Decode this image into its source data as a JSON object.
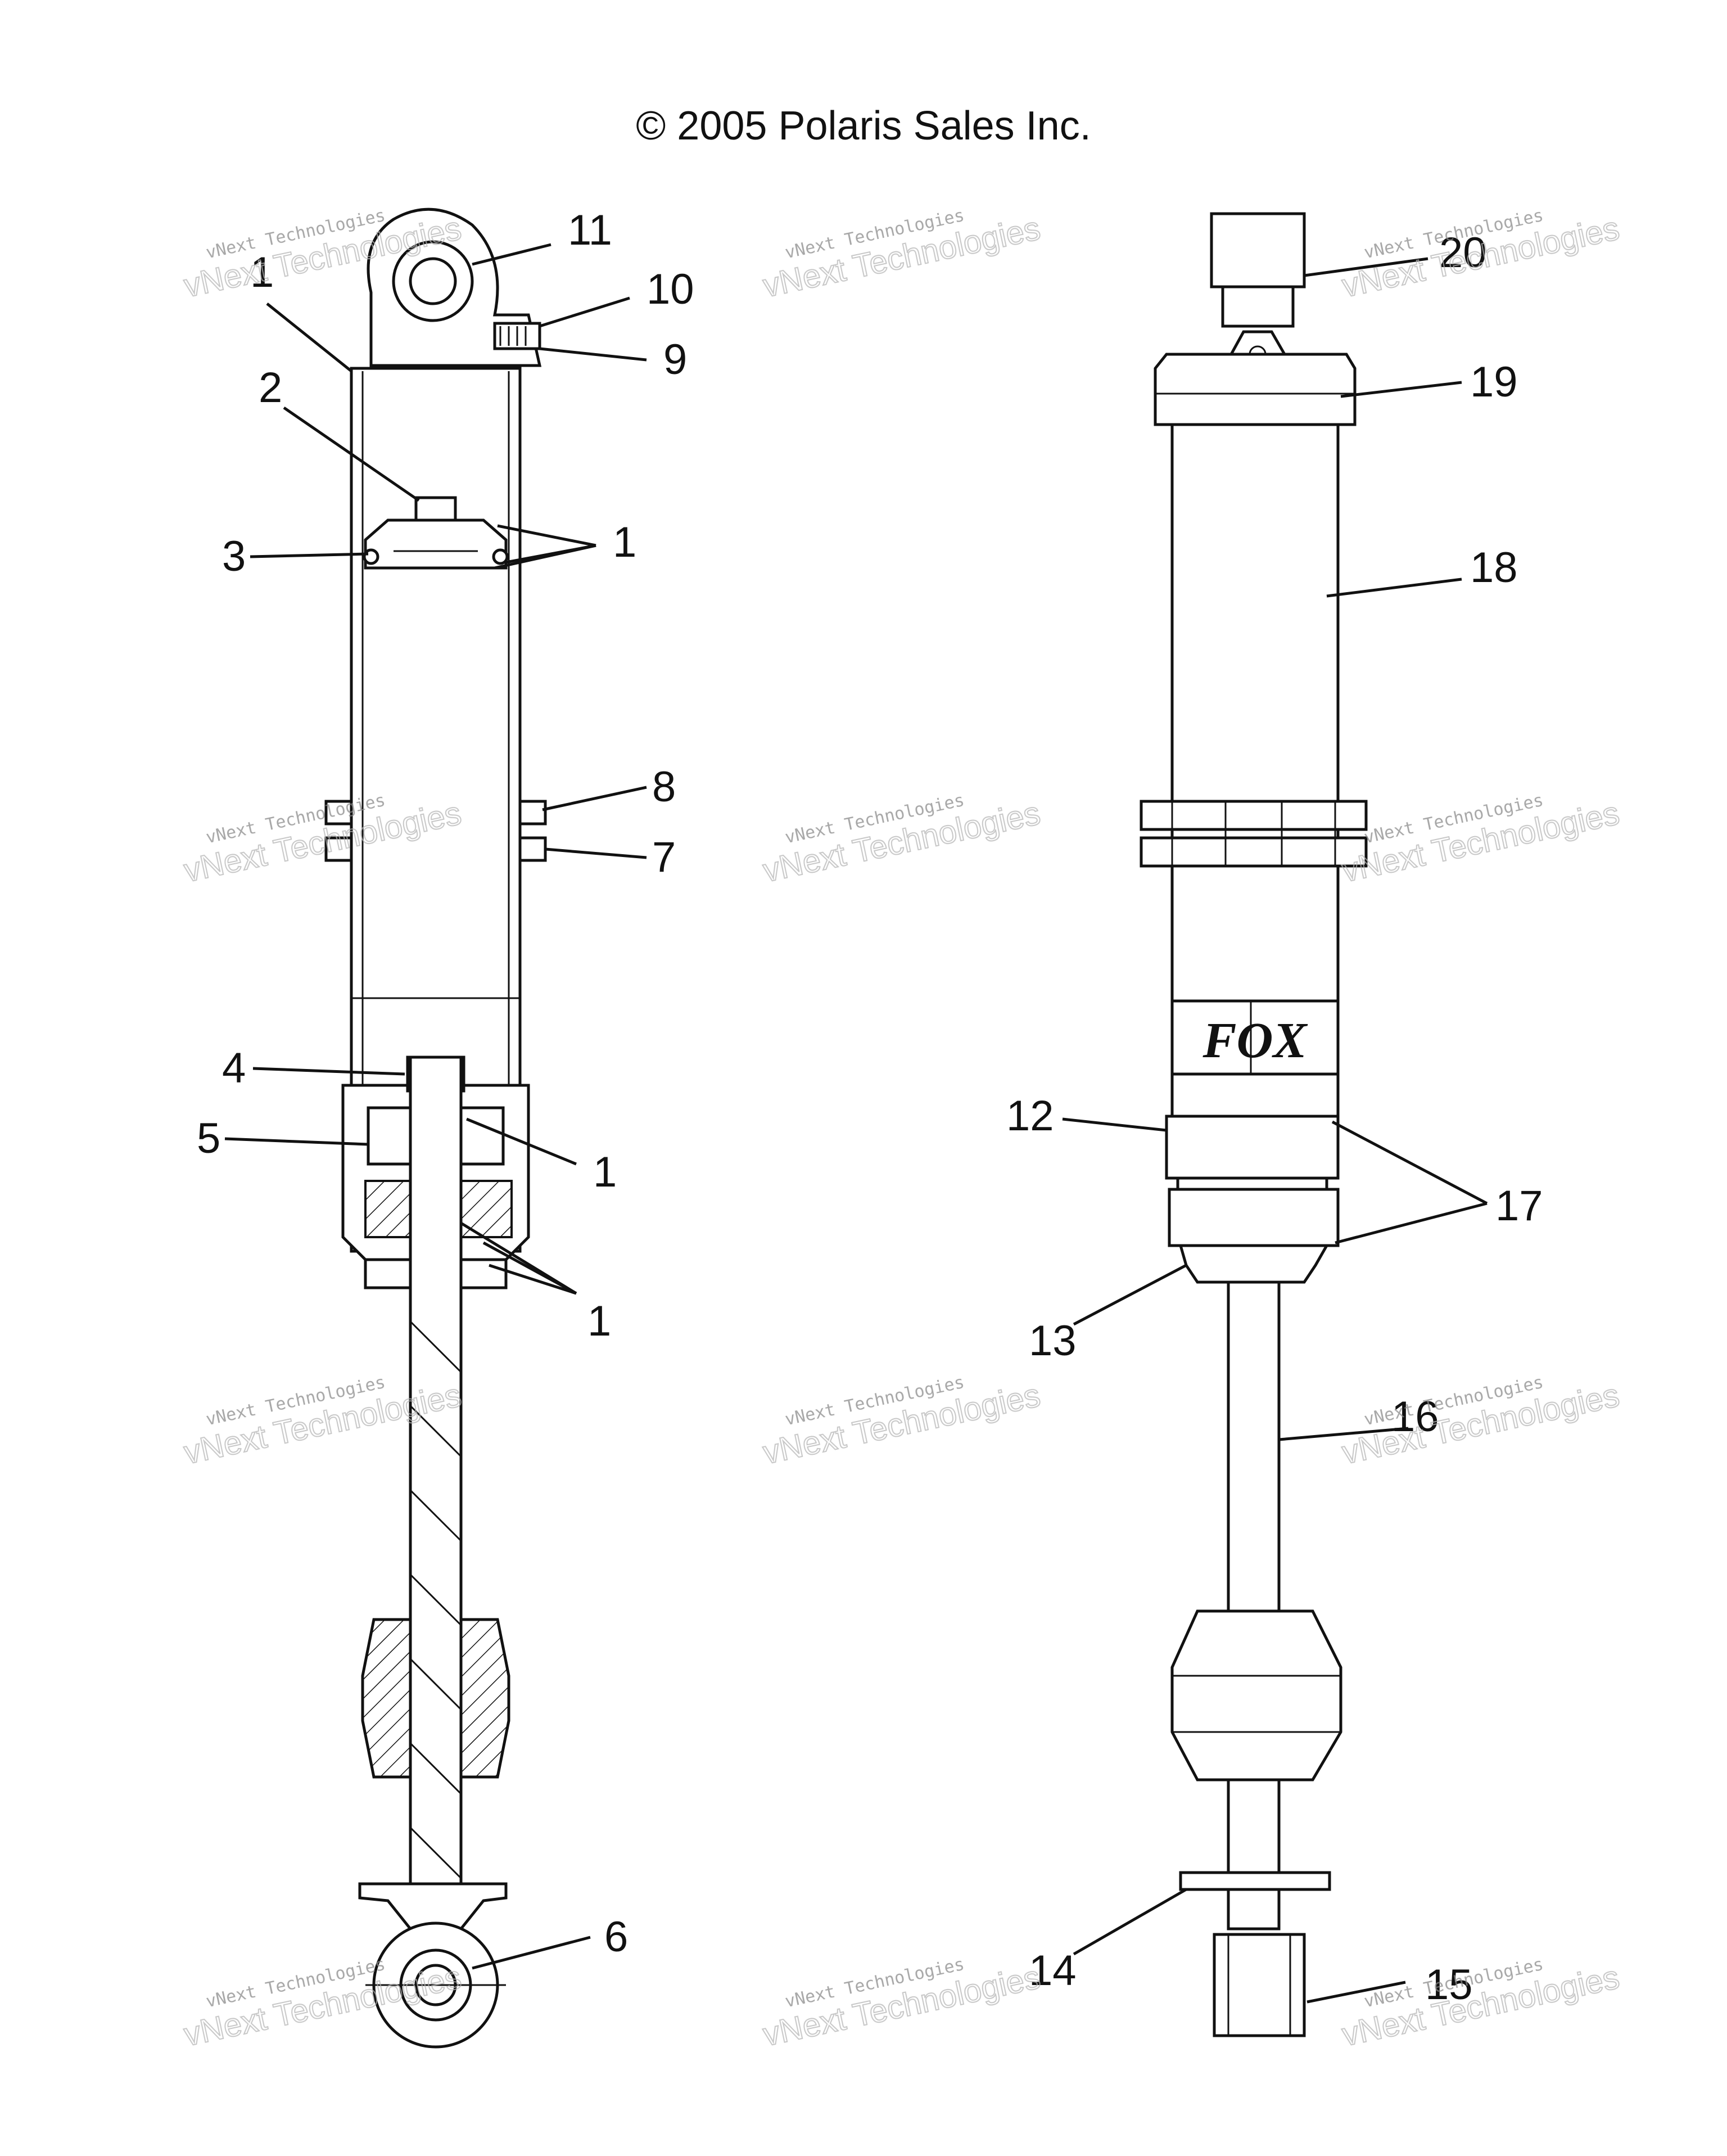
{
  "copyright": "© 2005 Polaris Sales Inc.",
  "watermark": {
    "line1": "vNext Technologies",
    "line2": "vNext Technologies"
  },
  "brand_mark": "FOX",
  "callouts": {
    "left": [
      "11",
      "10",
      "9",
      "1",
      "2",
      "1",
      "3",
      "8",
      "7",
      "4",
      "5",
      "1",
      "1",
      "6"
    ],
    "right": [
      "20",
      "19",
      "18",
      "12",
      "17",
      "13",
      "16",
      "14",
      "15"
    ]
  }
}
